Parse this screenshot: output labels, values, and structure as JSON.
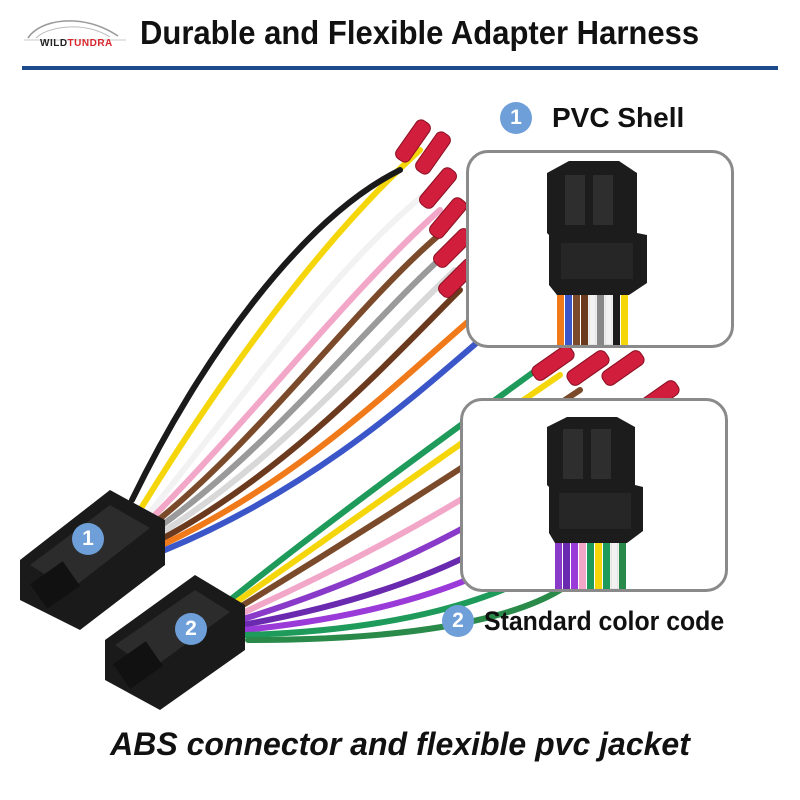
{
  "brand": {
    "logo_text_a": "WILD",
    "logo_text_b": "TUNDRA"
  },
  "header": {
    "title": "Durable and Flexible Adapter Harness"
  },
  "callouts": [
    {
      "number": "1",
      "label": "PVC Shell"
    },
    {
      "number": "2",
      "label": "Standard color code"
    }
  ],
  "connector_badges": [
    "1",
    "2"
  ],
  "caption": "ABS connector and flexible pvc jacket",
  "colors": {
    "accent": "#1d4a8c",
    "badge": "#6e9fd8",
    "inset_border": "#8a8a8a"
  },
  "icons": [
    "car-logo-icon"
  ]
}
